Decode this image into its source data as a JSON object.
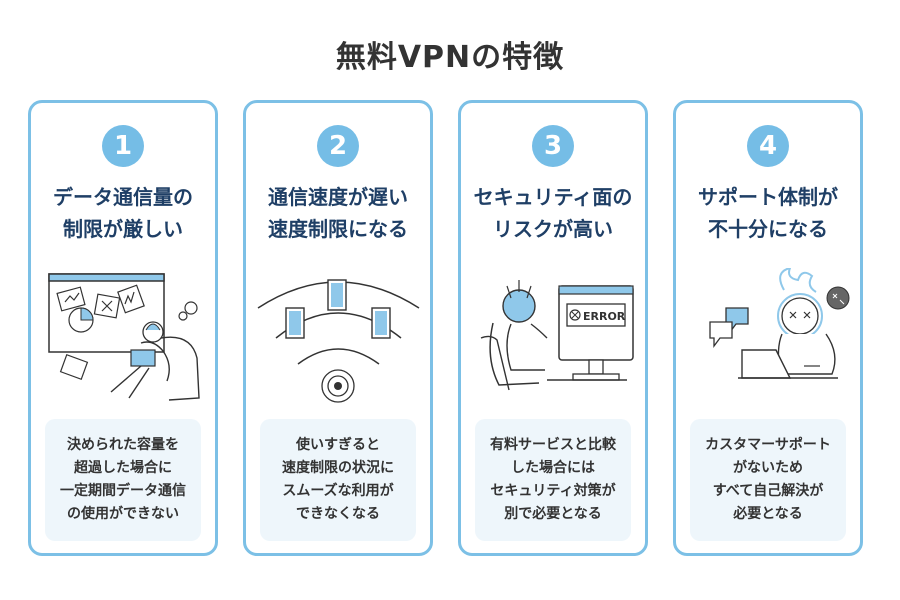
{
  "title": "無料VPNの特徴",
  "accent_color": "#7cc0e6",
  "cards": [
    {
      "number": "1",
      "heading": [
        "データ通信量の",
        "制限が厳しい"
      ],
      "icon": "frustrated-person-icon",
      "description": [
        "決められた容量を",
        "超過した場合に",
        "一定期間データ通信",
        "の使用ができない"
      ]
    },
    {
      "number": "2",
      "heading": [
        "通信速度が遅い",
        "速度制限になる"
      ],
      "icon": "slow-wifi-icon",
      "description": [
        "使いすぎると",
        "速度制限の状況に",
        "スムーズな利用が",
        "できなくなる"
      ]
    },
    {
      "number": "3",
      "heading": [
        "セキュリティ面の",
        "リスクが高い"
      ],
      "icon": "error-monitor-icon",
      "error_text": "ERROR",
      "description": [
        "有料サービスと比較",
        "した場合には",
        "セキュリティ対策が",
        "別で必要となる"
      ]
    },
    {
      "number": "4",
      "heading": [
        "サポート体制が",
        "不十分になる"
      ],
      "icon": "angry-support-icon",
      "description": [
        "カスタマーサポート",
        "がないため",
        "すべて自己解決が",
        "必要となる"
      ]
    }
  ]
}
